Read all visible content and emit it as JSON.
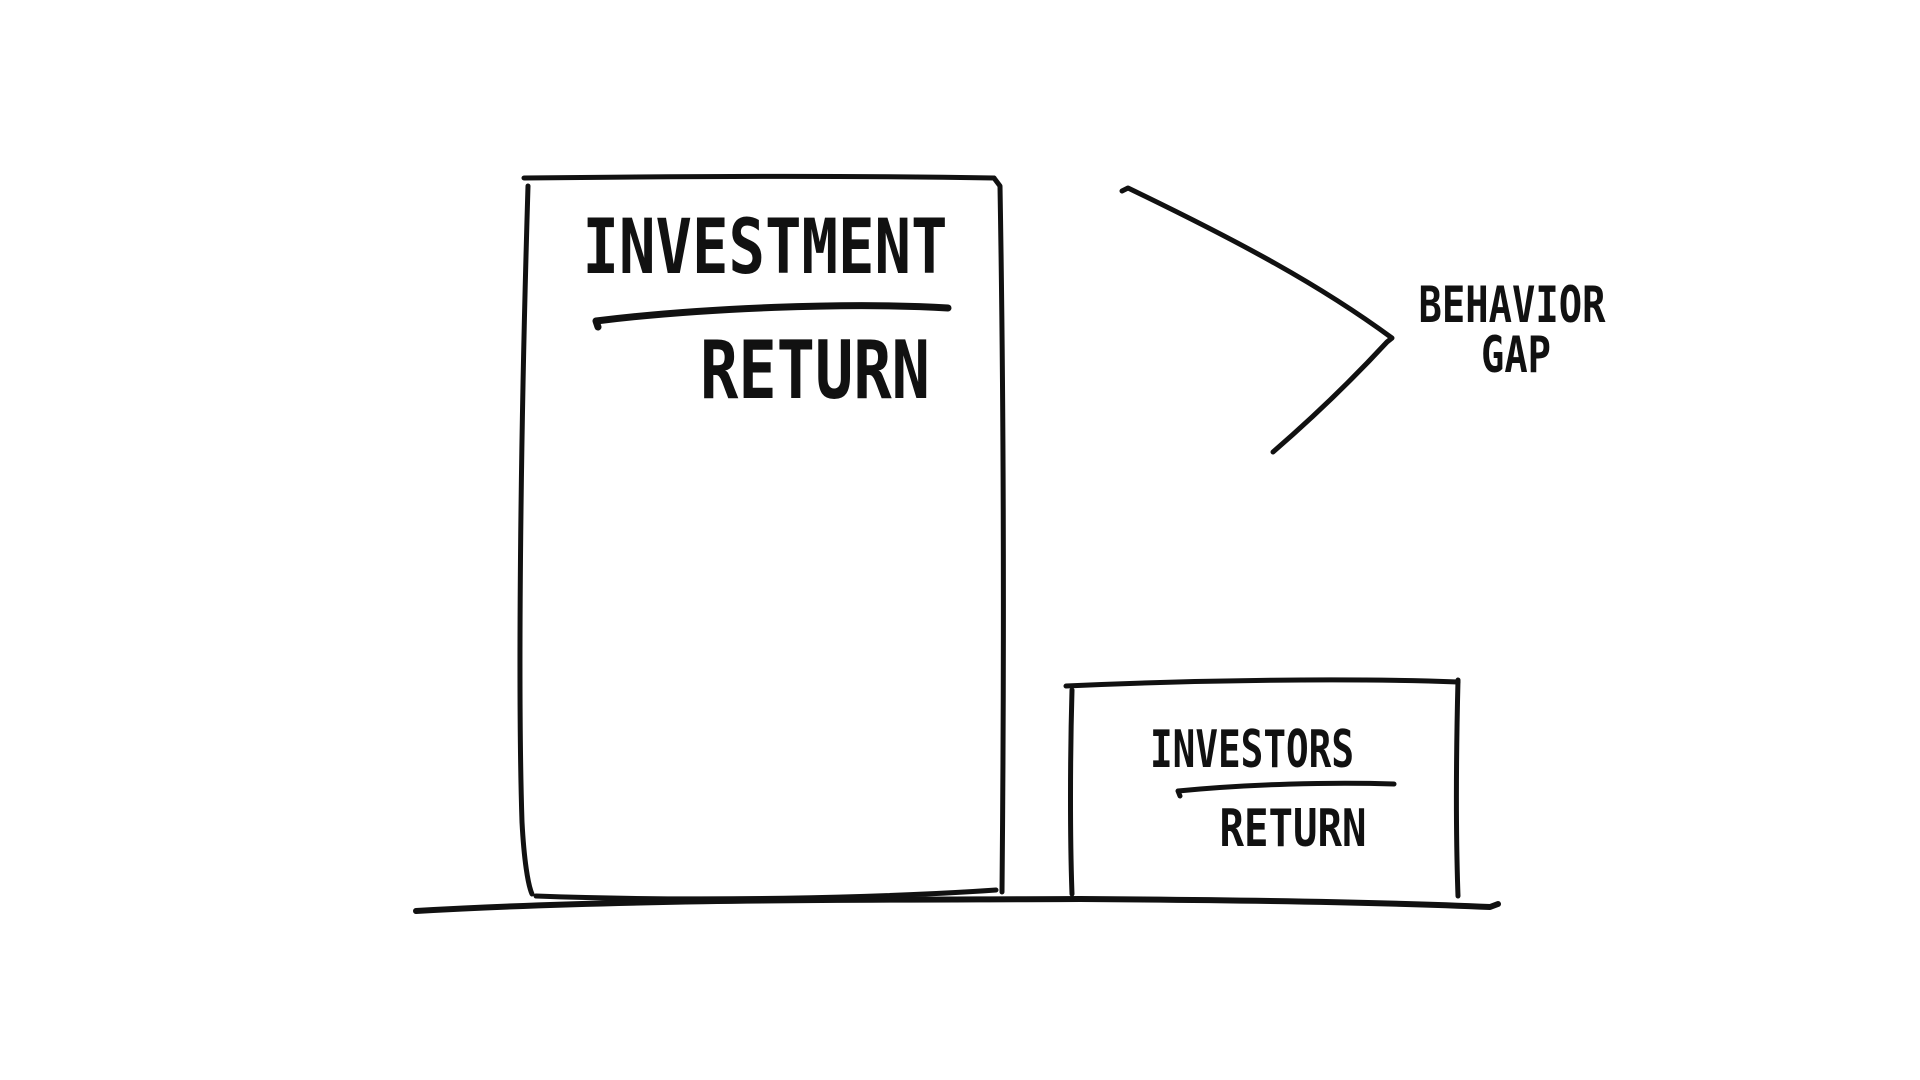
{
  "diagram": {
    "ink_color": "#111111",
    "background_color": "#ffffff",
    "investment_return": {
      "numerator": "INVESTMENT",
      "denominator": "RETURN"
    },
    "investors_return": {
      "numerator": "INVESTORS",
      "denominator": "RETURN"
    },
    "gap_label": {
      "line1": "BEHAVIOR",
      "line2": "GAP"
    }
  }
}
